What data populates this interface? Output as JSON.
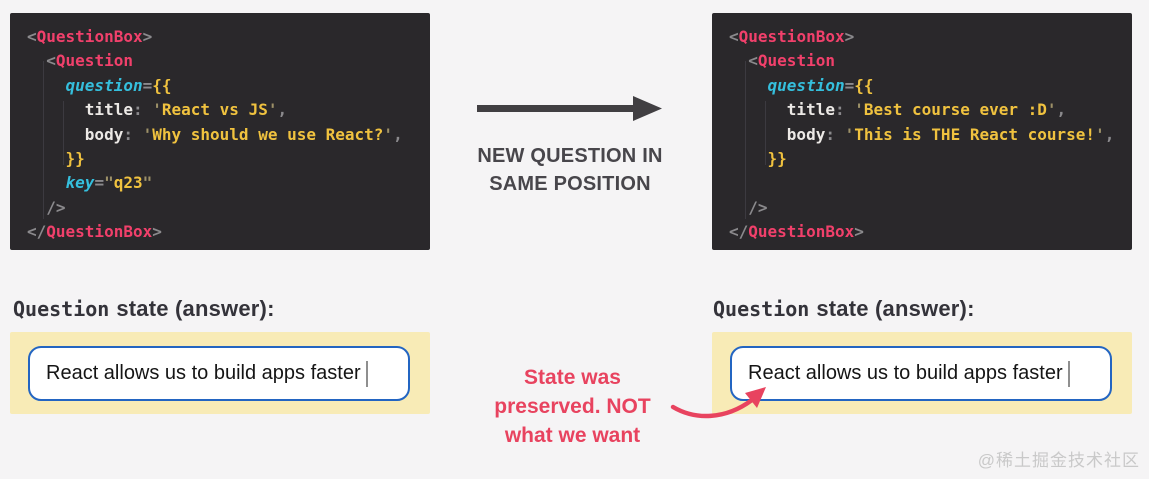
{
  "colors": {
    "page_bg": "#f5f4f5",
    "code_bg": "#2a282b",
    "tag_pink": "#f1406b",
    "attr_cyan": "#35bfdd",
    "value_yellow": "#f0c23f",
    "punct_gray": "#8b8a8d",
    "panel_yellow": "#f8ebb6",
    "input_border_blue": "#2365c2",
    "annotation_red": "#e8435f",
    "arrow_dark": "#413f42"
  },
  "code_blocks": {
    "left": [
      [
        [
          "pun",
          "<"
        ],
        [
          "tag",
          "QuestionBox"
        ],
        [
          "pun",
          ">"
        ]
      ],
      [
        [
          "sp",
          "  "
        ],
        [
          "pun",
          "<"
        ],
        [
          "tag",
          "Question"
        ]
      ],
      [
        [
          "sp",
          "    "
        ],
        [
          "attr",
          "question"
        ],
        [
          "pun",
          "="
        ],
        [
          "brace",
          "{{"
        ]
      ],
      [
        [
          "sp",
          "      "
        ],
        [
          "prop",
          "title"
        ],
        [
          "pun",
          ": "
        ],
        [
          "quo",
          "'"
        ],
        [
          "str",
          "React vs JS"
        ],
        [
          "quo",
          "'"
        ],
        [
          "pun",
          ","
        ]
      ],
      [
        [
          "sp",
          "      "
        ],
        [
          "prop",
          "body"
        ],
        [
          "pun",
          ": "
        ],
        [
          "quo",
          "'"
        ],
        [
          "str",
          "Why should we use React?"
        ],
        [
          "quo",
          "'"
        ],
        [
          "pun",
          ","
        ]
      ],
      [
        [
          "sp",
          "    "
        ],
        [
          "brace",
          "}}"
        ]
      ],
      [
        [
          "sp",
          "    "
        ],
        [
          "attr",
          "key"
        ],
        [
          "pun",
          "="
        ],
        [
          "quo",
          "\""
        ],
        [
          "str",
          "q23"
        ],
        [
          "quo",
          "\""
        ]
      ],
      [
        [
          "sp",
          "  "
        ],
        [
          "pun",
          "/>"
        ]
      ],
      [
        [
          "pun",
          "</"
        ],
        [
          "tag",
          "QuestionBox"
        ],
        [
          "pun",
          ">"
        ]
      ]
    ],
    "right": [
      [
        [
          "pun",
          "<"
        ],
        [
          "tag",
          "QuestionBox"
        ],
        [
          "pun",
          ">"
        ]
      ],
      [
        [
          "sp",
          "  "
        ],
        [
          "pun",
          "<"
        ],
        [
          "tag",
          "Question"
        ]
      ],
      [
        [
          "sp",
          "    "
        ],
        [
          "attr",
          "question"
        ],
        [
          "pun",
          "="
        ],
        [
          "brace",
          "{{"
        ]
      ],
      [
        [
          "sp",
          "      "
        ],
        [
          "prop",
          "title"
        ],
        [
          "pun",
          ": "
        ],
        [
          "quo",
          "'"
        ],
        [
          "str",
          "Best course ever :D"
        ],
        [
          "quo",
          "'"
        ],
        [
          "pun",
          ","
        ]
      ],
      [
        [
          "sp",
          "      "
        ],
        [
          "prop",
          "body"
        ],
        [
          "pun",
          ": "
        ],
        [
          "quo",
          "'"
        ],
        [
          "str",
          "This is THE React course!"
        ],
        [
          "quo",
          "'"
        ],
        [
          "pun",
          ","
        ]
      ],
      [
        [
          "sp",
          "    "
        ],
        [
          "brace",
          "}}"
        ]
      ],
      [],
      [
        [
          "sp",
          "  "
        ],
        [
          "pun",
          "/>"
        ]
      ],
      [
        [
          "pun",
          "</"
        ],
        [
          "tag",
          "QuestionBox"
        ],
        [
          "pun",
          ">"
        ]
      ]
    ]
  },
  "transition": {
    "line1": "NEW QUESTION IN",
    "line2": "SAME POSITION"
  },
  "state_sections": {
    "left": {
      "label_code": "Question",
      "label_rest": "state (answer):",
      "input_value": "React allows us to build apps faster"
    },
    "right": {
      "label_code": "Question",
      "label_rest": "state (answer):",
      "input_value": "React allows us to build apps faster"
    }
  },
  "annotation": {
    "line1": "State was",
    "line2": "preserved. NOT",
    "line3": "what we want"
  },
  "watermark": "@稀土掘金技术社区"
}
